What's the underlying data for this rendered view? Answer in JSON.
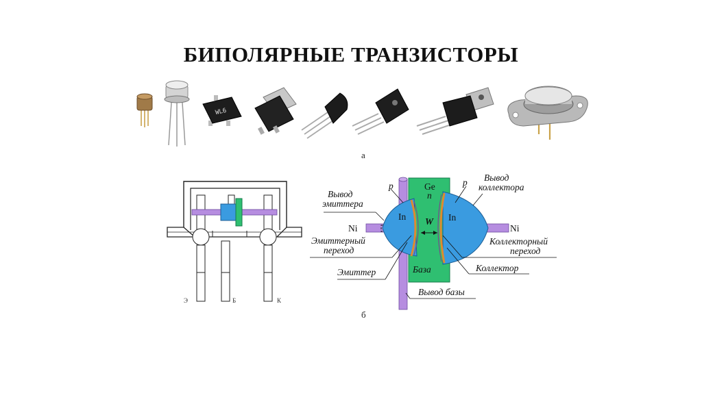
{
  "title": "БИПОЛЯРНЫЕ ТРАНЗИСТОРЫ",
  "caption_a": "а",
  "caption_b": "б",
  "package_pins": [
    "Э",
    "Б",
    "К"
  ],
  "labels": {
    "emitter_lead": [
      "Вывод",
      "эмиттера"
    ],
    "collector_lead": [
      "Вывод",
      "коллектора"
    ],
    "ni_left": "Ni",
    "ni_right": "Ni",
    "emitter_junction": [
      "Эмиттерный",
      "переход"
    ],
    "collector_junction": [
      "Коллекторный",
      "переход"
    ],
    "emitter": "Эмиттер",
    "collector": "Коллектор",
    "base_lead": "Вывод базы",
    "base": "База",
    "in_left": "In",
    "in_right": "In",
    "ge": "Ge",
    "n": "n",
    "p_left": "p",
    "p_right": "p",
    "w": "W"
  },
  "colors": {
    "base_green": "#2fbf71",
    "indium_blue": "#3a9be0",
    "lead_purple": "#b68de0",
    "junction_orange": "#e08a2e"
  }
}
